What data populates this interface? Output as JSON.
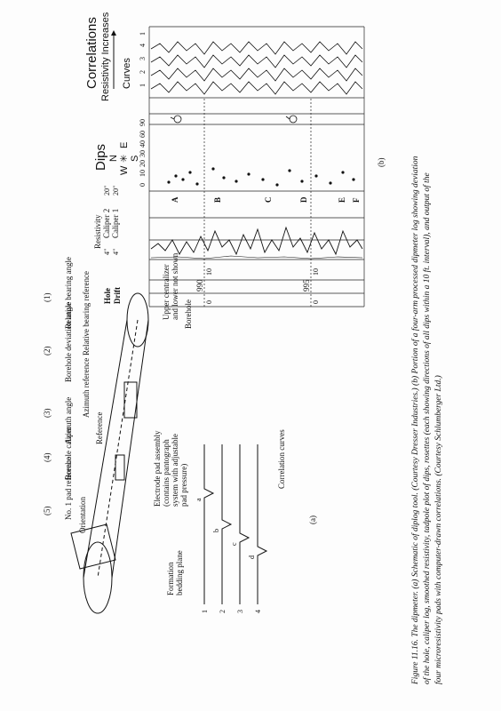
{
  "part_a": {
    "tag": "(a)",
    "step_numbers": [
      "(1)",
      "(2)",
      "(3)",
      "(4)",
      "(5)"
    ],
    "labels": {
      "relative_bearing_angle": "Relative bearing angle",
      "borehole_deviation_angle": "Borehole deviation angle",
      "azimuth_angle": "Azimuth angle",
      "borehole_caliper": "Borehole caliper",
      "no1_pad_reference": "No. 1 pad reference",
      "orientation": "Orientation",
      "relative_bearing_reference": "Relative bearing reference",
      "azimuth_reference": "Azimuth reference",
      "reference": "Reference",
      "upper_centralizer": "Upper centralizer",
      "lower_not_shown": "and lower not shown",
      "borehole": "Borehole",
      "electrode_pad_1": "Electrode pad assembly",
      "electrode_pad_2": "(contains pantograph",
      "electrode_pad_3": "system with adjustable",
      "electrode_pad_4": "pad pressure)",
      "formation_1": "Formation",
      "formation_2": "bedding plane",
      "correlation_curves": "Correlation curves",
      "curve_numbers": [
        "1",
        "2",
        "3",
        "4"
      ],
      "curve_letters": [
        "a",
        "b",
        "c",
        "d"
      ]
    }
  },
  "part_b": {
    "tag": "(b)",
    "hole_drift": [
      "Hole",
      "Drift"
    ],
    "resistivity": "Resistivity",
    "caliper_2": "Caliper 2",
    "caliper_1": "Caliper 1",
    "caliper_range_lo": "4\"",
    "caliper_range_hi": "20\"",
    "dips": "Dips",
    "compass": {
      "n": "N",
      "w": "W",
      "e": "E",
      "s": "S"
    },
    "dip_scale": [
      "0",
      "10",
      "20",
      "30",
      "40",
      "60",
      "90"
    ],
    "depths": [
      "990",
      "995"
    ],
    "depth_ticks": [
      "0",
      "10",
      "0",
      "10"
    ],
    "markers": [
      "A",
      "B",
      "C",
      "D",
      "E",
      "F"
    ],
    "correlations": "Correlations",
    "resistivity_increases": "Resistivity Increases",
    "curves": "Curves",
    "curve_numbers": [
      "1",
      "2",
      "3",
      "4",
      "1"
    ]
  },
  "caption": {
    "line1": "Figure 11.16.  The dipmeter. (a) Schematic of diplog tool. (Courtesy Dresser Industries.) (b) Portion of a four-arm processed dipmeter log showing deviation",
    "line2": "of the hole, caliper log, smoothed resistivity, tadpole plot of dips, rosettes (each showing directions of all dips within a 10 ft. interval), and output of the",
    "line3": "four microresistivity pads with computer-drawn correlations. (Courtesy Schlumberger Ltd.)"
  }
}
